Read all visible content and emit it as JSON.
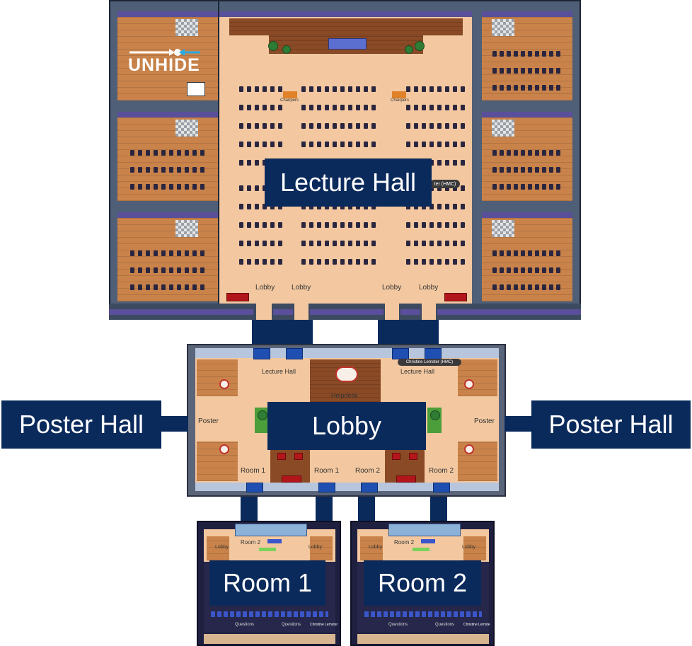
{
  "regions": {
    "lecture_hall": "Lecture Hall",
    "lobby": "Lobby",
    "poster_hall_left": "Poster Hall",
    "poster_hall_right": "Poster Hall",
    "room1": "Room 1",
    "room2": "Room 2"
  },
  "logo": {
    "text": "UNHIDE"
  },
  "lecture_map": {
    "door_labels": [
      "Lobby",
      "Lobby",
      "Lobby",
      "Lobby"
    ],
    "chair_sign_labels": [
      "Chairpers",
      "Chairpers"
    ],
    "badge": "ter (HMC)"
  },
  "lobby_map": {
    "lecture_hall_left": "Lecture Hall",
    "lecture_hall_right": "Lecture Hall",
    "helpdesk": "Helpdesk",
    "poster_left": "Poster",
    "poster_right": "Poster",
    "room_labels": [
      "Room 1",
      "Room 1",
      "Room 2",
      "Room 2"
    ],
    "user_badge": "Christine Lemster (HMC)"
  },
  "room1_map": {
    "lobby_left": "Lobby",
    "lobby_right": "Lobby",
    "stage": "Room 2",
    "questions_left": "Questions",
    "questions_right": "Questions",
    "user_badge": "Christine Lemster"
  },
  "room2_map": {
    "lobby_left": "Lobby",
    "lobby_right": "Lobby",
    "stage": "Room 2",
    "questions_left": "Questions",
    "questions_right": "Questions",
    "user_badge": "Christine Lemste"
  },
  "colors": {
    "label_bg": "#0b2a5c",
    "label_text": "#ffffff",
    "floor": "#f3c8a0",
    "wood": "#c9834a",
    "wall": "#4f5f78"
  }
}
